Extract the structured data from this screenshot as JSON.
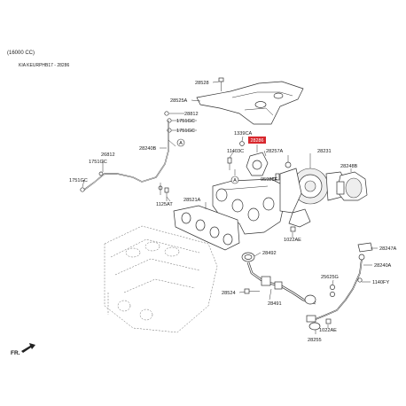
{
  "header": {
    "capacity": "(16000 CC)",
    "code": "KIA KEURPHB17 - 28286"
  },
  "direction_mark": "FR.",
  "highlight_color": "#d8272d",
  "highlighted_part": "28286",
  "parts": {
    "p28528": "28528",
    "p28525A": "28525A",
    "p28812": "28812",
    "p1751GC_a": "1751GC",
    "p1751GC_b": "1751GC",
    "p1751GC_c": "1751GC",
    "p1751GC_d": "1751GC",
    "p26812": "26812",
    "p28240B": "28240B",
    "p1339CA": "1339CA",
    "p11403C": "11403C",
    "p28257A": "28257A",
    "p28231": "28231",
    "p28248B": "28248B",
    "p95925F": "95925F",
    "p28521A": "28521A",
    "p1125AT": "1125AT",
    "p1022AE_a": "1022AE",
    "p1022AE_b": "1022AE",
    "p28247A": "28247A",
    "p28492": "28492",
    "p28240A": "28240A",
    "p25625G": "25625G",
    "p1140FY": "1140FY",
    "p28524": "28524",
    "p28491": "28491",
    "p28255": "28255"
  },
  "ref_marks": {
    "a1": "A",
    "a2": "A"
  }
}
